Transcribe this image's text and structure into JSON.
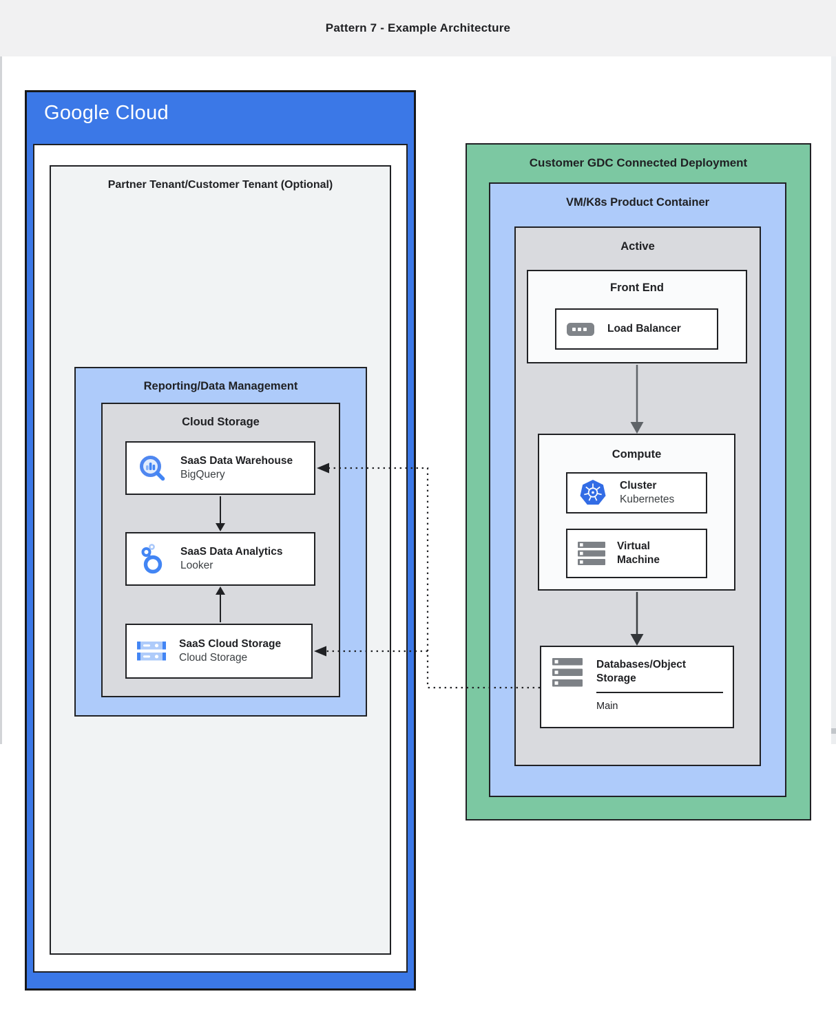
{
  "header": {
    "title": "Pattern 7 - Example Architecture"
  },
  "google_cloud": {
    "logo": "Google Cloud",
    "partner_tenant": {
      "label": "Partner Tenant/Customer Tenant (Optional)"
    },
    "reporting": {
      "label": "Reporting/Data Management"
    },
    "cloud_storage_group": {
      "label": "Cloud Storage"
    },
    "warehouse_card": {
      "title": "SaaS Data Warehouse",
      "subtitle": "BigQuery",
      "icon": "bigquery-icon"
    },
    "analytics_card": {
      "title": "SaaS Data Analytics",
      "subtitle": "Looker",
      "icon": "looker-icon"
    },
    "storage_card": {
      "title": "SaaS Cloud Storage",
      "subtitle": "Cloud Storage",
      "icon": "cloud-storage-icon"
    }
  },
  "gdc": {
    "label": "Customer GDC Connected Deployment",
    "vm_k8s": {
      "label": "VM/K8s Product Container"
    },
    "active": {
      "label": "Active"
    },
    "front_end": {
      "label": "Front End",
      "load_balancer": {
        "title": "Load Balancer",
        "icon": "load-balancer-icon"
      }
    },
    "compute": {
      "label": "Compute",
      "cluster_card": {
        "title": "Cluster",
        "subtitle": "Kubernetes",
        "icon": "kubernetes-icon"
      },
      "vm_card": {
        "title": "Virtual Machine",
        "icon": "virtual-machine-icon"
      }
    },
    "databases_card": {
      "title": "Databases/Object Storage",
      "partition_label": "Main",
      "icon": "object-storage-icon"
    }
  },
  "colors": {
    "header-bg": "#f1f1f2",
    "google-blue": "#3b78e7",
    "light-blue": "#aecbfa",
    "green": "#7cc8a2",
    "panel-gray": "#d9dade",
    "section-bg": "#fafbfc",
    "tenant-bg": "#f1f3f4",
    "border-dark": "#202124",
    "text-dark": "#202124",
    "text-sub": "#3c4043",
    "icon-blue": "#4285f4",
    "icon-light-blue": "#a8c7fa",
    "icon-gray": "#7d8186",
    "k8s-blue": "#326ce5",
    "arrow-dark": "#202124",
    "arrow-gray": "#5f6368"
  }
}
